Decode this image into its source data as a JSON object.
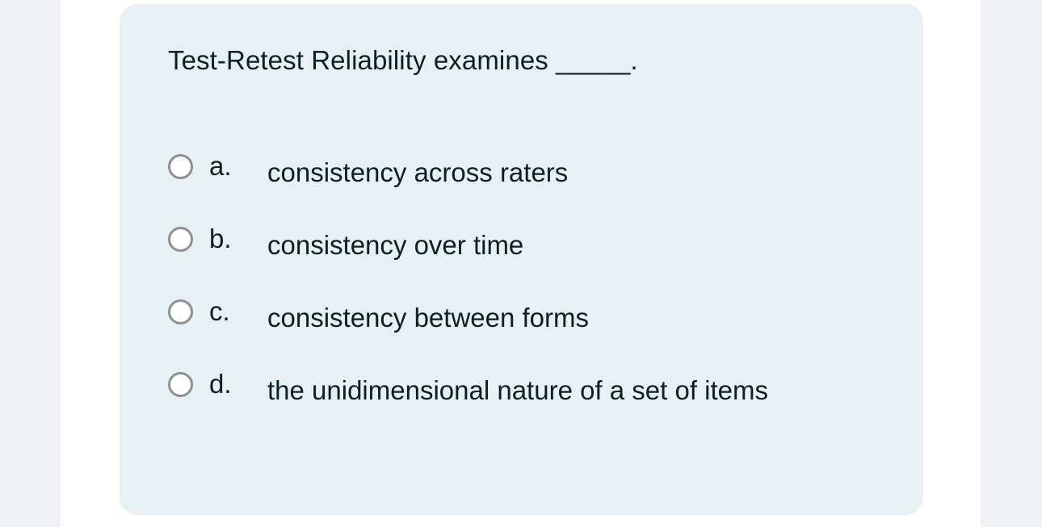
{
  "card": {
    "question": "Test-Retest Reliability examines _____.",
    "options": [
      {
        "letter": "a.",
        "text": "consistency across raters",
        "selected": false
      },
      {
        "letter": "b.",
        "text": "consistency over time",
        "selected": false
      },
      {
        "letter": "c.",
        "text": "consistency between forms",
        "selected": false
      },
      {
        "letter": "d.",
        "text": "the unidimensional nature of a set of items",
        "selected": false
      }
    ]
  },
  "colors": {
    "page_background": "#ffffff",
    "outer_background": "#f1f2f5",
    "card_background": "#e7f0f2",
    "text": "#0c1f26",
    "radio_ring": "#8d9193",
    "radio_fill": "#ffffff"
  }
}
